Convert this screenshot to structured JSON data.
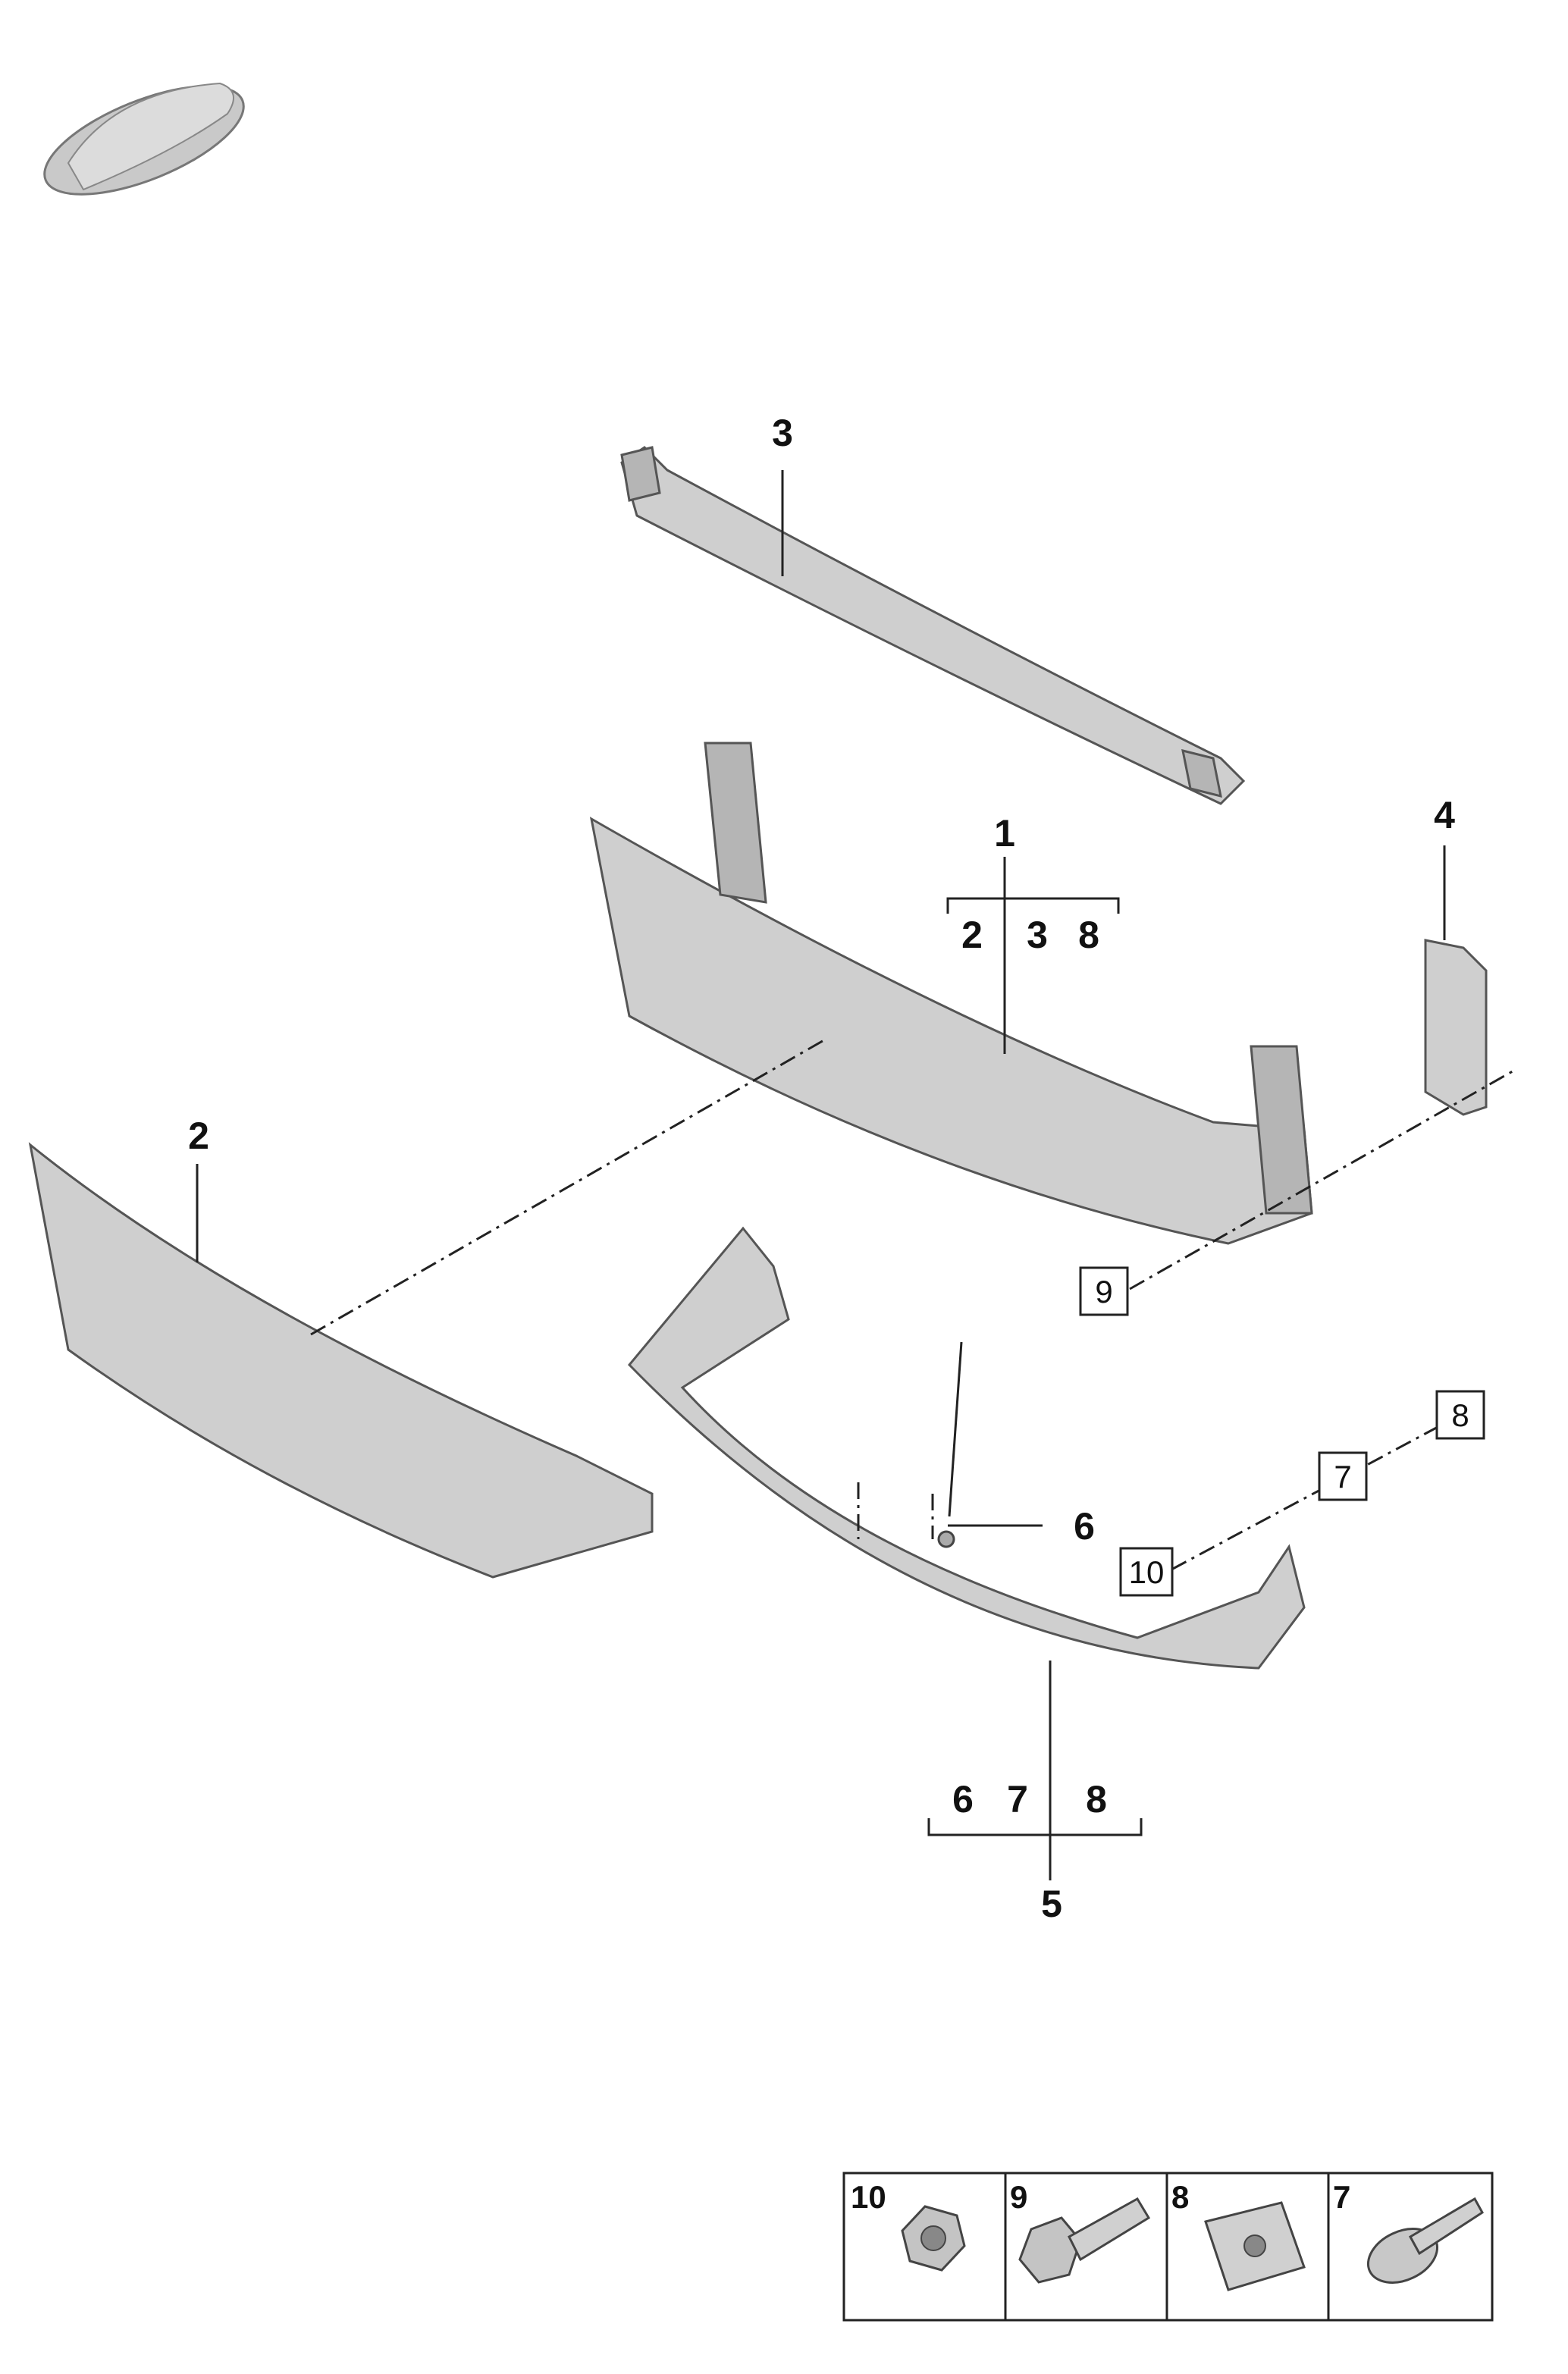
{
  "callouts": {
    "c3": "3",
    "c1": "1",
    "c4": "4",
    "c2": "2",
    "c6": "6",
    "c5": "5"
  },
  "subgroup_1": [
    "2",
    "3",
    "8"
  ],
  "subgroup_5": [
    "6",
    "7",
    "8"
  ],
  "boxed_refs": {
    "b9": "9",
    "b8": "8",
    "b7": "7",
    "b10": "10"
  },
  "hardware_legend": [
    {
      "number": "10",
      "icon": "hex-nut-icon"
    },
    {
      "number": "9",
      "icon": "hex-bolt-icon"
    },
    {
      "number": "8",
      "icon": "clip-nut-icon"
    },
    {
      "number": "7",
      "icon": "screw-icon"
    }
  ],
  "colors": {
    "part_fill": "#cfcfcf",
    "line": "#222222"
  }
}
